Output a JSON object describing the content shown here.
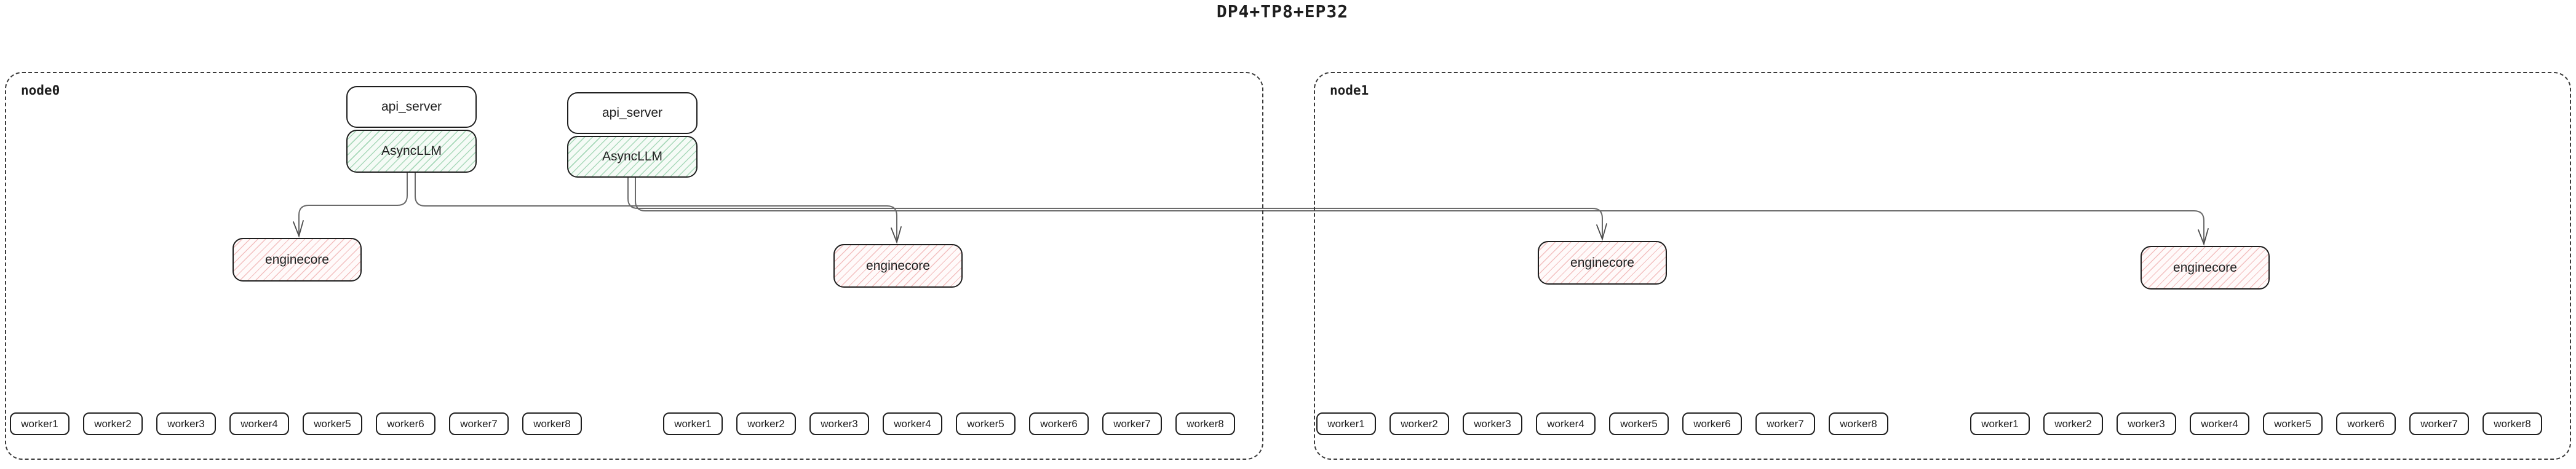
{
  "title": "DP4+TP8+EP32",
  "node0": {
    "label": "node0",
    "pairs": [
      {
        "api_server": "api_server",
        "async_llm": "AsyncLLM"
      },
      {
        "api_server": "api_server",
        "async_llm": "AsyncLLM"
      }
    ],
    "enginecores": [
      "enginecore",
      "enginecore"
    ],
    "worker_groups": [
      [
        "worker1",
        "worker2",
        "worker3",
        "worker4",
        "worker5",
        "worker6",
        "worker7",
        "worker8"
      ],
      [
        "worker1",
        "worker2",
        "worker3",
        "worker4",
        "worker5",
        "worker6",
        "worker7",
        "worker8"
      ]
    ]
  },
  "node1": {
    "label": "node1",
    "enginecores": [
      "enginecore",
      "enginecore"
    ],
    "worker_groups": [
      [
        "worker1",
        "worker2",
        "worker3",
        "worker4",
        "worker5",
        "worker6",
        "worker7",
        "worker8"
      ],
      [
        "worker1",
        "worker2",
        "worker3",
        "worker4",
        "worker5",
        "worker6",
        "worker7",
        "worker8"
      ]
    ]
  },
  "colors": {
    "async_llm_hatch": "#4caf70",
    "enginecore_hatch": "#e06666",
    "connector": "#6a6a6a",
    "border": "#1e1e1e"
  }
}
